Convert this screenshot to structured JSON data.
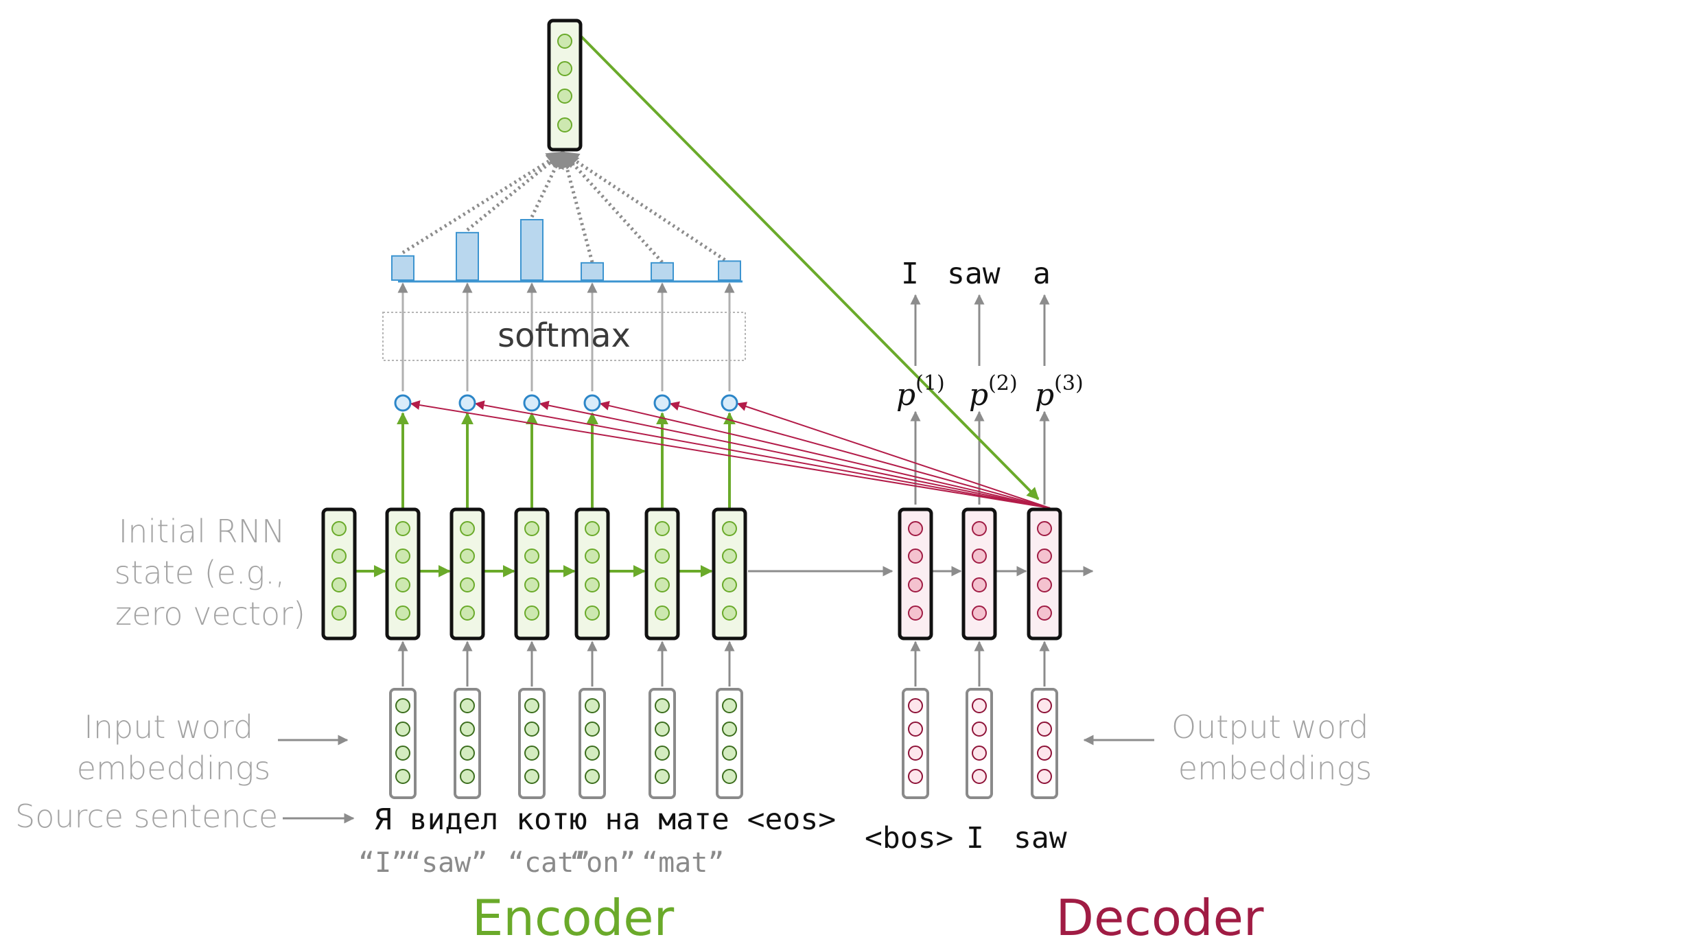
{
  "colors": {
    "encoder": "#6aaa2a",
    "decoder": "#a01c44",
    "enc_fill": "#f0f7e6",
    "enc_node": "#cde8b0",
    "dec_fill": "#fbeef2",
    "dec_node": "#f4c2cf",
    "attn_bar": "#b9d7ee",
    "attn_line": "#3c94d0",
    "gray_arrow": "#8c8c8c",
    "attn_arrow": "#b31c49"
  },
  "labels": {
    "initial_state": [
      "Initial RNN",
      "state (e.g.,",
      "zero vector)"
    ],
    "input_embeddings": [
      "Input word",
      "embeddings"
    ],
    "output_embeddings": [
      "Output word",
      "embeddings"
    ],
    "source_sentence": "Source sentence",
    "softmax": "softmax",
    "encoder": "Encoder",
    "decoder": "Decoder"
  },
  "source_sentence_text": "Я видел котю на мате <eos>",
  "translation_hints": [
    "“I”",
    "“saw”",
    "“cat”",
    "“on”",
    "“mat”"
  ],
  "decoder_inputs": [
    "<bos>",
    "I",
    "saw"
  ],
  "decoder_outputs": [
    "I",
    "saw",
    "a"
  ],
  "probabilities": [
    {
      "base": "p",
      "sup": "(1)"
    },
    {
      "base": "p",
      "sup": "(2)"
    },
    {
      "base": "p",
      "sup": "(3)"
    }
  ],
  "attention_weights": [
    0.28,
    0.55,
    0.7,
    0.2,
    0.2,
    0.22
  ],
  "encoder_steps": 6,
  "decoder_steps": 3
}
